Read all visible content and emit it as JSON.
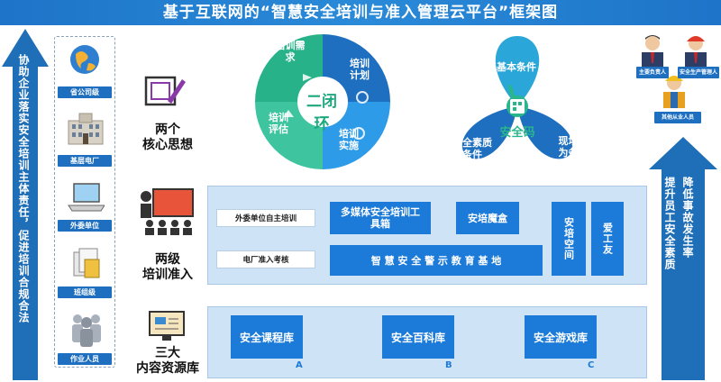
{
  "title": "基于互联网的“智慧安全培训与准入管理云平台”框架图",
  "left_arrow_text": "协助企业落实安全培训主体责任，促进培训合规合法",
  "right_arrow_text_1": "降低事故发生率",
  "right_arrow_text_2": "提升员工安全素质",
  "levels": [
    {
      "label": "省公司级",
      "icon": "globe-icon"
    },
    {
      "label": "基层电厂",
      "icon": "building-icon"
    },
    {
      "label": "外委单位",
      "icon": "laptop-icon"
    },
    {
      "label": "班组级",
      "icon": "documents-icon"
    },
    {
      "label": "作业人员",
      "icon": "workers-icon"
    }
  ],
  "concepts": {
    "core": "两个\n核心思想",
    "access": "两级\n培训准入",
    "resources": "三大\n内容资源库"
  },
  "cycle": {
    "center": "二闭环",
    "segments": [
      "培训需求",
      "培训计划",
      "培训实施",
      "培训评估"
    ]
  },
  "clover": {
    "center": "安全码",
    "segments": [
      "基本条件",
      "现场行为条件",
      "安全素质条件"
    ]
  },
  "right_roles": [
    "主要负责人",
    "安全生产管理人员",
    "其他从业人员"
  ],
  "access_panel": {
    "row1_label": "外委单位自主培训",
    "row2_label": "电厂准入考核",
    "multimedia": "多媒体安全培训工具箱",
    "magic_box": "安培魔盒",
    "warning_base": "智 慧 安 全 警 示 教 育 基 地",
    "space": "安培空间",
    "love": "爱工友"
  },
  "resource_libs": [
    {
      "name": "安全课程库",
      "letter": "A"
    },
    {
      "name": "安全百科库",
      "letter": "B"
    },
    {
      "name": "安全游戏库",
      "letter": "C"
    }
  ],
  "colors": {
    "primary": "#1c7bd8",
    "dark": "#1e5fa8",
    "panel": "#cfe3f6",
    "arrow": "#1e6fb8"
  }
}
